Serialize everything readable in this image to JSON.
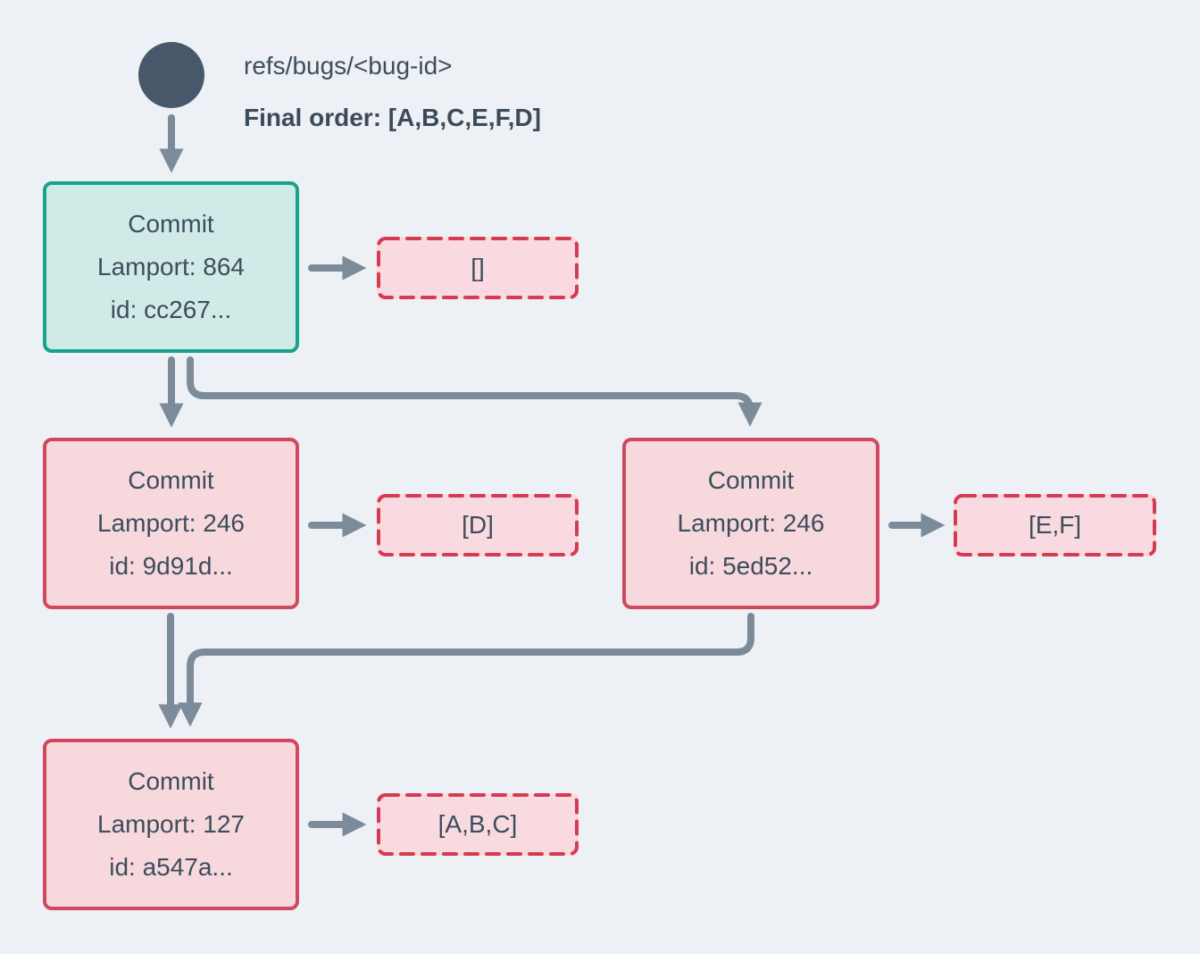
{
  "colors": {
    "background": "#edf1f5",
    "slate_circle": "#46586a",
    "text": "#3d4d5c",
    "arrow": "#7b8b99",
    "teal_border": "#16a38c",
    "teal_fill": "#d0ebe7",
    "red_border": "#d0485e",
    "pink_fill": "#f6d8dd",
    "dashed_red": "#d63b52",
    "dashed_fill": "#f9dae0"
  },
  "header": {
    "ref": "refs/bugs/<bug-id>",
    "final_order": "Final order: [A,B,C,E,F,D]"
  },
  "nodes": [
    {
      "title": "Commit",
      "lamport": "Lamport: 864",
      "id": "id: cc267..."
    },
    {
      "title": "Commit",
      "lamport": "Lamport: 246",
      "id": "id: 9d91d..."
    },
    {
      "title": "Commit",
      "lamport": "Lamport: 246",
      "id": "id: 5ed52..."
    },
    {
      "title": "Commit",
      "lamport": "Lamport: 127",
      "id": "id: a547a..."
    }
  ],
  "payloads": [
    {
      "label": "[]"
    },
    {
      "label": "[D]"
    },
    {
      "label": "[E,F]"
    },
    {
      "label": "[A,B,C]"
    }
  ]
}
